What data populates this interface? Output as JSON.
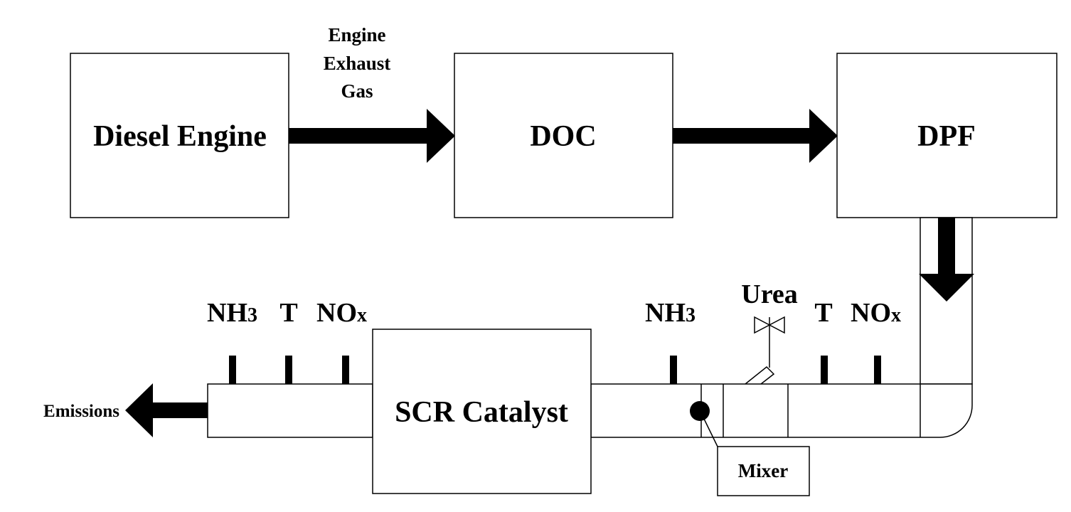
{
  "diagram": {
    "blocks": {
      "diesel_engine": "Diesel Engine",
      "doc": "DOC",
      "dpf": "DPF",
      "scr_catalyst": "SCR Catalyst",
      "mixer": "Mixer"
    },
    "flow_label": {
      "line1": "Engine",
      "line2": "Exhaust",
      "line3": "Gas"
    },
    "outlet_label": "Emissions",
    "injector_label": "Urea",
    "sensors": {
      "downstream": [
        {
          "name": "NH",
          "sub": "3"
        },
        {
          "name": "T",
          "sub": ""
        },
        {
          "name": "NO",
          "sub": "x"
        }
      ],
      "upstream_nh3": {
        "name": "NH",
        "sub": "3"
      },
      "upstream": [
        {
          "name": "T",
          "sub": ""
        },
        {
          "name": "NO",
          "sub": "x"
        }
      ]
    },
    "colors": {
      "stroke": "#000000",
      "fill": "#ffffff"
    }
  }
}
